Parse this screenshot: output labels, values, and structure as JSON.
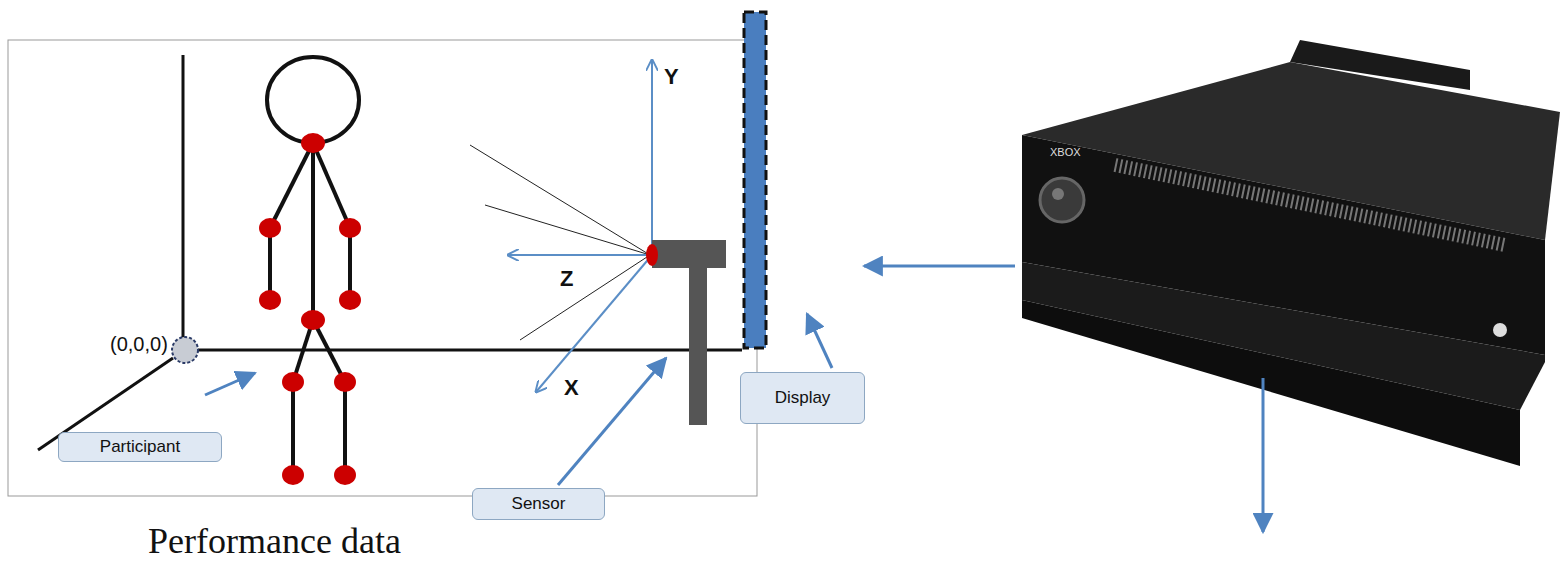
{
  "diagram": {
    "nodes": [
      {
        "text": [
          "Participant"
        ]
      },
      {
        "text": [
          "Sensor"
        ]
      },
      {
        "text": [
          "Display"
        ]
      }
    ],
    "labels": [
      "(0,0,0)",
      "Y",
      "Z",
      "X",
      "XBOX",
      "Performance data"
    ]
  }
}
